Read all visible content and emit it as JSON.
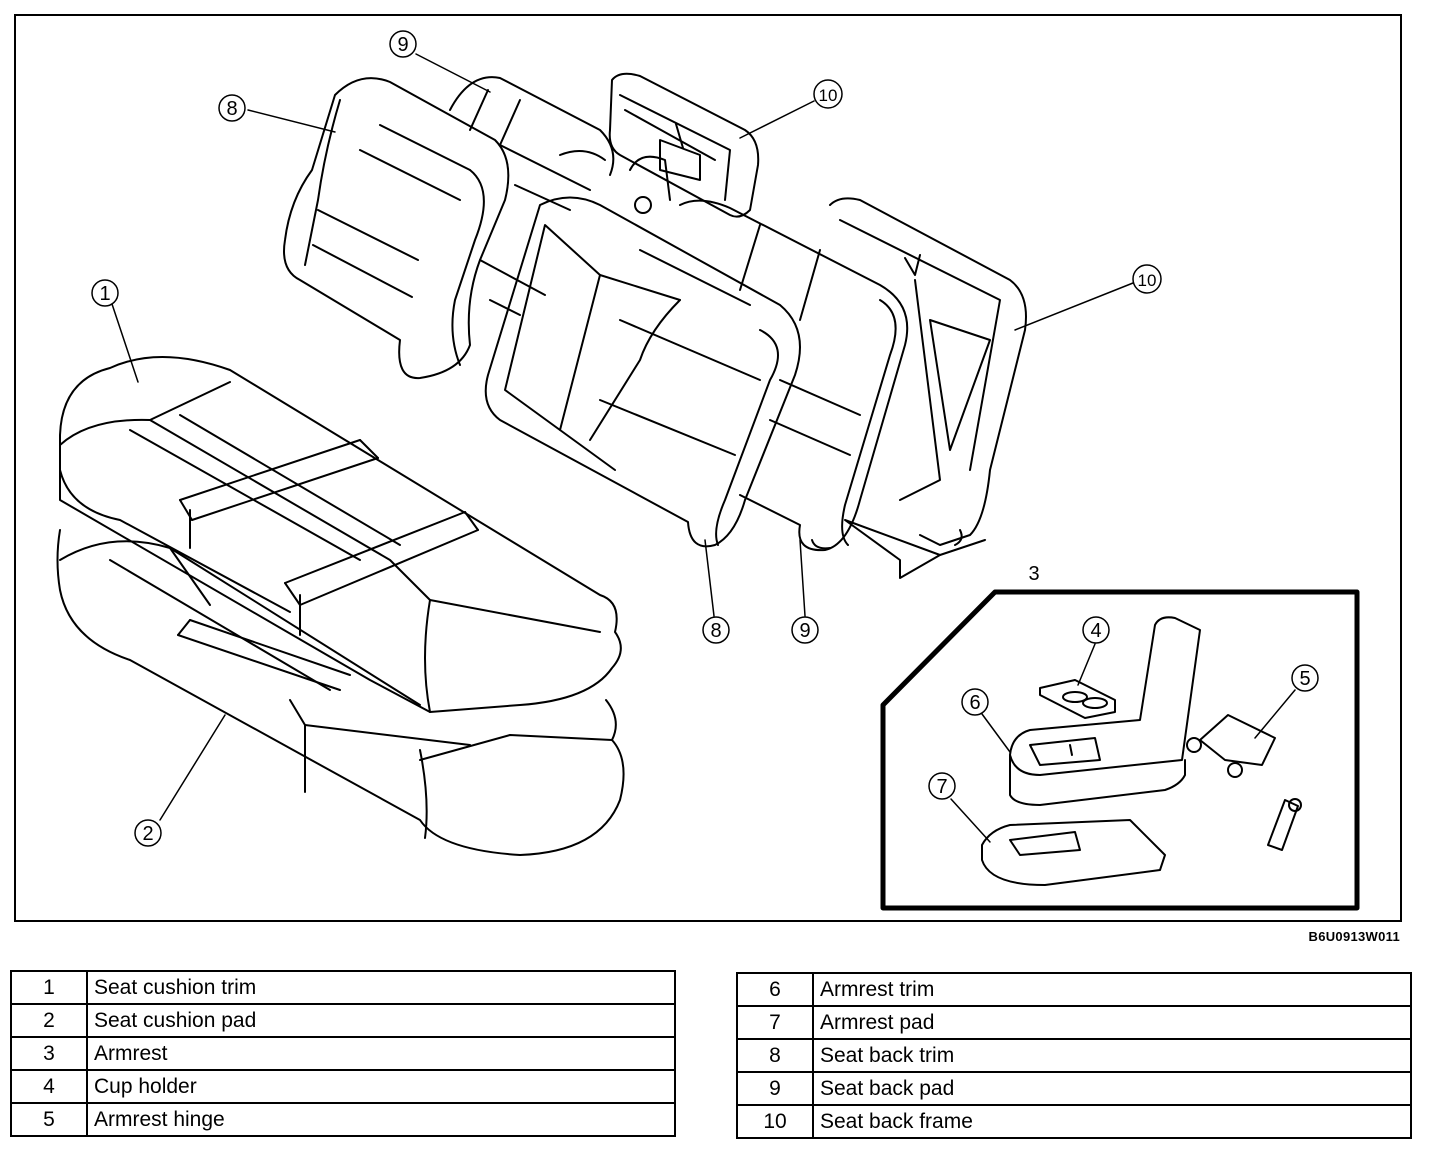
{
  "figure_code": "B6U0913W011",
  "callouts": [
    "1",
    "2",
    "3",
    "4",
    "5",
    "6",
    "7",
    "8",
    "9",
    "10"
  ],
  "legend_left": [
    {
      "num": "1",
      "label": "Seat cushion trim"
    },
    {
      "num": "2",
      "label": "Seat cushion pad"
    },
    {
      "num": "3",
      "label": "Armrest"
    },
    {
      "num": "4",
      "label": "Cup holder"
    },
    {
      "num": "5",
      "label": "Armrest hinge"
    }
  ],
  "legend_right": [
    {
      "num": "6",
      "label": "Armrest trim"
    },
    {
      "num": "7",
      "label": "Armrest pad"
    },
    {
      "num": "8",
      "label": "Seat back trim"
    },
    {
      "num": "9",
      "label": "Seat back pad"
    },
    {
      "num": "10",
      "label": "Seat back frame"
    }
  ]
}
